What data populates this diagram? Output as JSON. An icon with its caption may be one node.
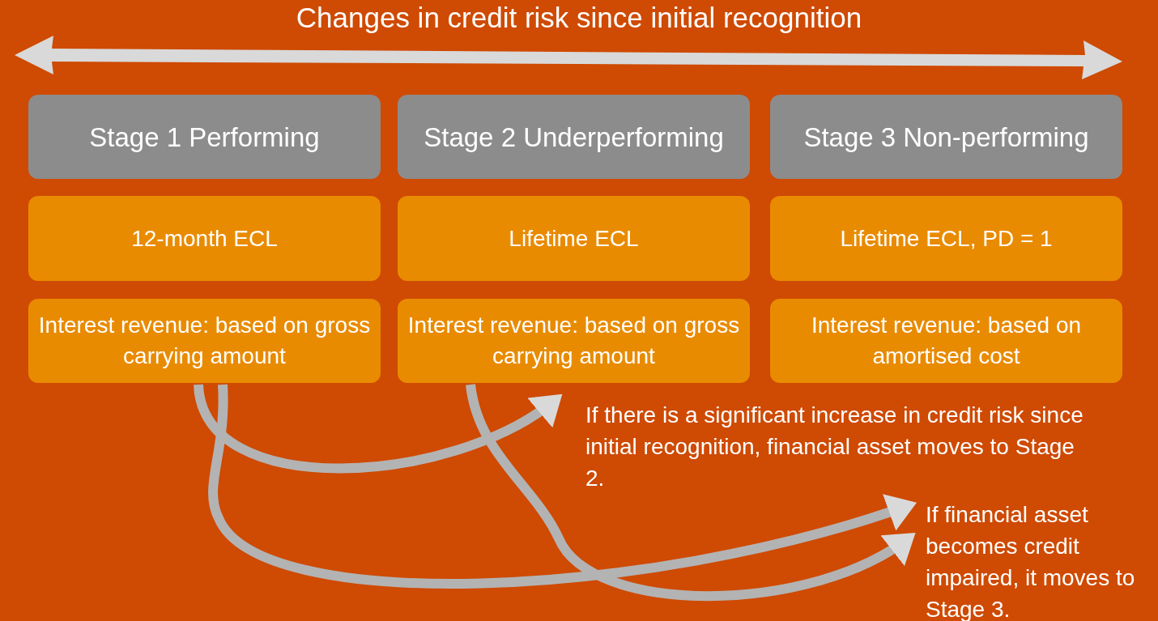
{
  "diagram": {
    "title": "Changes in credit risk since initial recognition",
    "nodes": [
      {
        "text": [
          "Stage 1 Performing"
        ]
      },
      {
        "text": [
          "12-month ECL"
        ]
      },
      {
        "text": [
          "Interest revenue: based on gross carrying amount"
        ]
      },
      {
        "text": [
          "Stage 2 Underperforming"
        ]
      },
      {
        "text": [
          "Lifetime ECL"
        ]
      },
      {
        "text": [
          "Interest revenue: based on gross carrying amount"
        ]
      },
      {
        "text": [
          "Stage 3 Non-performing"
        ]
      },
      {
        "text": [
          "Lifetime ECL, PD = 1"
        ]
      },
      {
        "text": [
          "Interest revenue: based on amortised cost"
        ]
      },
      {
        "text": [
          "If there is a significant increase in credit risk since initial recognition, financial asset moves to Stage 2."
        ]
      },
      {
        "text": [
          "If financial asset becomes credit impaired, it moves to Stage 3."
        ]
      }
    ],
    "edges": [
      {
        "from": 2,
        "to": 5,
        "arrow": "to"
      },
      {
        "from": 2,
        "to": 10,
        "arrow": "to"
      },
      {
        "from": 5,
        "to": 10,
        "arrow": "to"
      }
    ]
  }
}
